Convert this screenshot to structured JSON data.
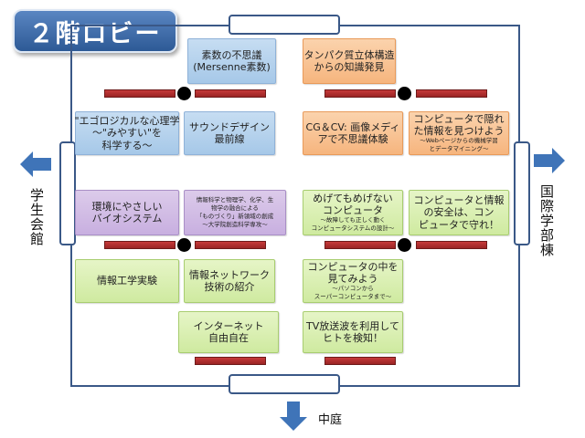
{
  "title": "２階ロビー",
  "directions": {
    "left": "学生会館",
    "right": "国際学部棟",
    "bottom": "中庭"
  },
  "boxes": {
    "b1": {
      "main": [
        "素数の不思議",
        "(Mersenne素数)"
      ],
      "sub": []
    },
    "b2": {
      "main": [
        "タンパク質立体構造",
        "からの知識発見"
      ],
      "sub": []
    },
    "b3": {
      "main": [
        "\"エゴロジカルな心理学",
        "〜\"みやすい\"を",
        "科学する〜"
      ],
      "sub": []
    },
    "b4": {
      "main": [
        "サウンドデザイン",
        "最前線"
      ],
      "sub": []
    },
    "b5": {
      "main": [
        "CG＆CV: 画像メディ",
        "アで不思議体験"
      ],
      "sub": []
    },
    "b6": {
      "main": [
        "コンピュータで隠れ",
        "た情報を見つけよう"
      ],
      "sub": [
        "〜Webページからの機械学習",
        "とデータマイニング〜"
      ]
    },
    "b7": {
      "main": [
        "環境にやさしい",
        "バイオシステム"
      ],
      "sub": []
    },
    "b8": {
      "main": [],
      "sub": [
        "情報科学と物理学、化学、生",
        "物学の融合による",
        "「ものづくり」新領域の創成",
        "〜大学院創造科学専攻〜"
      ]
    },
    "b9": {
      "main": [
        "めげてもめげない",
        "コンピュータ"
      ],
      "sub": [
        "〜故障しても正しく動く",
        "コンピュータシステムの設計〜"
      ]
    },
    "b10": {
      "main": [
        "コンピュータと情報",
        "の安全は、コン",
        "ピュータで守れ！"
      ],
      "sub": []
    },
    "b11": {
      "main": [
        "情報工学実験"
      ],
      "sub": []
    },
    "b12": {
      "main": [
        "情報ネットワーク",
        "技術の紹介"
      ],
      "sub": []
    },
    "b13": {
      "main": [
        "コンピュータの中を",
        "見てみよう"
      ],
      "sub": [
        "〜パソコンから",
        "スーパーコンピュータまで〜"
      ]
    },
    "b14": {
      "main": [
        "インターネット",
        "自由自在"
      ],
      "sub": []
    },
    "b15": {
      "main": [
        "TV放送波を利用して",
        "ヒトを検知！"
      ],
      "sub": []
    }
  },
  "colors": {
    "wall": "#3a5887",
    "arrow": "#3f74b8",
    "table": "#b02e2e",
    "title_bg": "#3d6aa8"
  }
}
